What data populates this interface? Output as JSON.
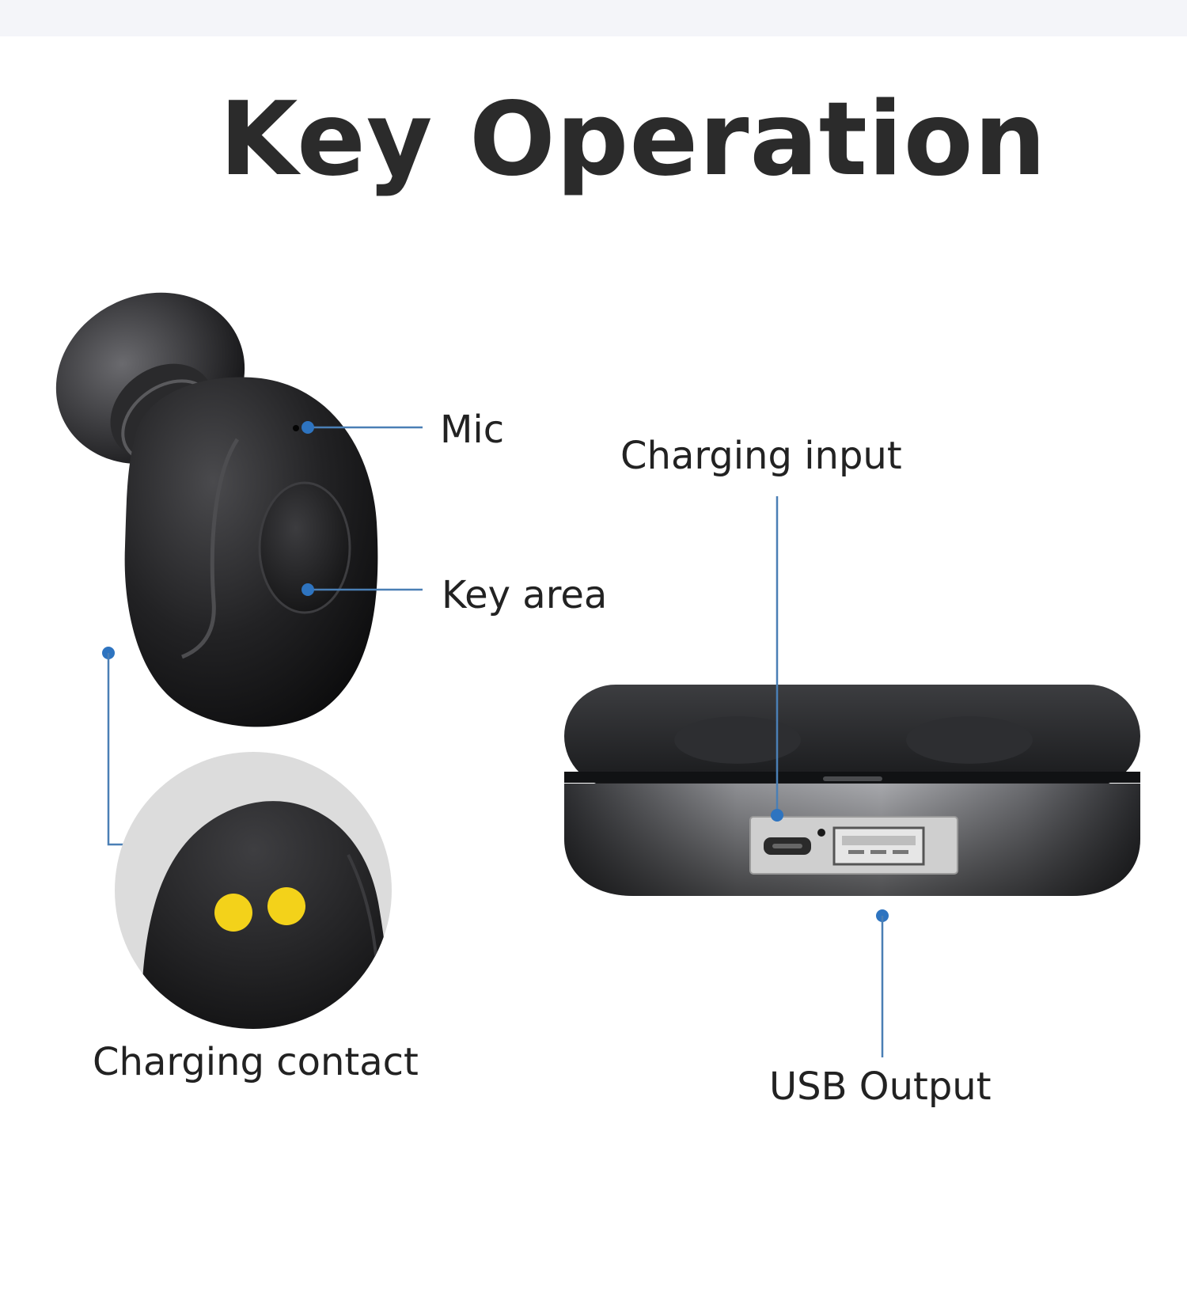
{
  "title": "Key Operation",
  "callouts": {
    "mic": "Mic",
    "key_area": "Key area",
    "charging_input": "Charging input",
    "charging_contact": "Charging contact",
    "usb_output": "USB Output"
  },
  "colors": {
    "title_text": "#2b2b2b",
    "label_text": "#222222",
    "leader_line": "#4a7fb5",
    "leader_dot": "#2e74c0",
    "earbud_body": "#1c1c1e",
    "contact_pins": "#f3d21a",
    "zoom_backdrop": "#dcdcdc",
    "case_body": "#2a2b2e",
    "port_panel": "#cfcfcf"
  },
  "icons": {
    "earbud": "earbud-icon",
    "charging_case": "charging-case-icon",
    "micro_usb_port": "micro-usb-port-icon",
    "usb_a_port": "usb-a-port-icon"
  }
}
